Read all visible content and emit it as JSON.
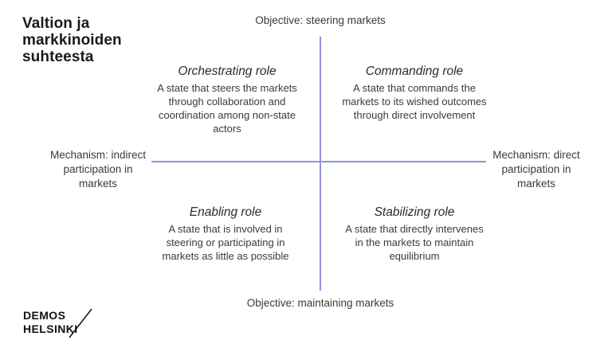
{
  "title": "Valtion ja\nmarkkinoiden\nsuhteesta",
  "axes": {
    "top": "Objective: steering markets",
    "bottom": "Objective: maintaining markets",
    "left": "Mechanism: indirect\nparticipation in\nmarkets",
    "right": "Mechanism: direct\nparticipation in\nmarkets"
  },
  "quadrants": [
    {
      "name": "Orchestrating role",
      "description": "A state that steers the markets\nthrough collaboration and\ncoordination among non-state\nactors"
    },
    {
      "name": "Commanding role",
      "description": "A state that commands the\nmarkets to its wished outcomes\nthrough direct involvement"
    },
    {
      "name": "Enabling role",
      "description": "A state that is involved in\nsteering or participating in\nmarkets as little as possible"
    },
    {
      "name": "Stabilizing role",
      "description": "A state that directly intervenes\nin the markets to maintain\nequilibrium"
    }
  ],
  "logo": {
    "line1": "DEMOS",
    "line2": "HELSINKI"
  },
  "colors": {
    "axis_line": "#9191e1",
    "title_text": "#1a1a1a",
    "body_text": "#3a3a3a"
  }
}
